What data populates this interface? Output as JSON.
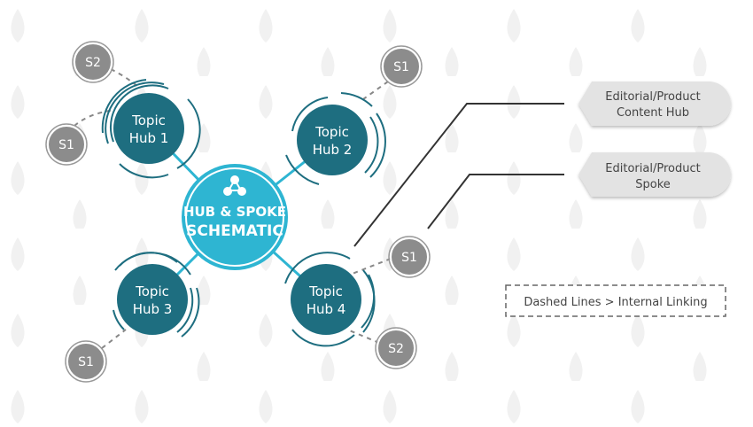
{
  "center": {
    "line1": "HUB & SPOKE",
    "line2": "SCHEMATIC",
    "icon": "network-nodes-icon"
  },
  "hubs": [
    {
      "line1": "Topic",
      "line2": "Hub 1"
    },
    {
      "line1": "Topic",
      "line2": "Hub 2"
    },
    {
      "line1": "Topic",
      "line2": "Hub 3"
    },
    {
      "line1": "Topic",
      "line2": "Hub 4"
    }
  ],
  "spokes": [
    "S2",
    "S1",
    "S1",
    "S1",
    "S2",
    "S1"
  ],
  "callouts": [
    {
      "line1": "Editorial/Product",
      "line2": "Content Hub"
    },
    {
      "line1": "Editorial/Product",
      "line2": "Spoke"
    }
  ],
  "legend": "Dashed Lines > Internal Linking",
  "colors": {
    "center": "#2eb5d2",
    "hub": "#1e6e80",
    "spoke": "#8c8c8c",
    "callout": "#e3e3e3"
  }
}
